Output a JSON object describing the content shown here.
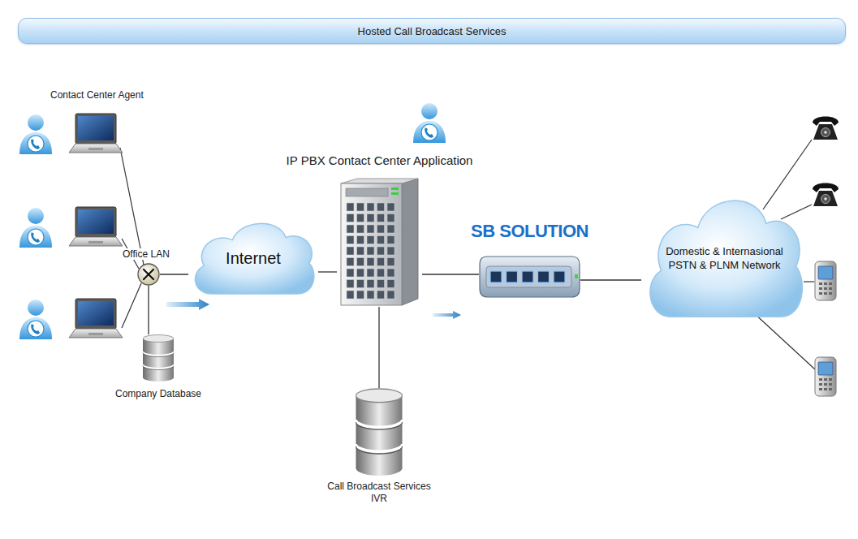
{
  "diagram": {
    "title": "Hosted Call Broadcast Services",
    "nodes": [
      {
        "text": [
          "Office LAN"
        ]
      },
      {
        "text": [
          "Company Database"
        ]
      },
      {
        "text": [
          "Internet"
        ]
      },
      {
        "text": [
          "IP PBX Contact Center Application"
        ]
      },
      {
        "text": [
          "Call Broadcast Services IVR"
        ]
      },
      {
        "text": [
          "SB SOLUTION"
        ]
      },
      {
        "text": [
          "Domestic & Internasional PSTN & PLNM Network"
        ]
      }
    ],
    "edges": [
      {
        "from": 0,
        "to": 2,
        "arrow": "none"
      },
      {
        "from": 1,
        "to": 0,
        "arrow": "none"
      },
      {
        "from": 2,
        "to": 3,
        "arrow": "none"
      },
      {
        "from": 3,
        "to": 4,
        "arrow": "none"
      },
      {
        "from": 3,
        "to": 5,
        "arrow": "none"
      },
      {
        "from": 5,
        "to": 6,
        "arrow": "none"
      }
    ],
    "labels": [
      "Contact Center Agent"
    ]
  }
}
